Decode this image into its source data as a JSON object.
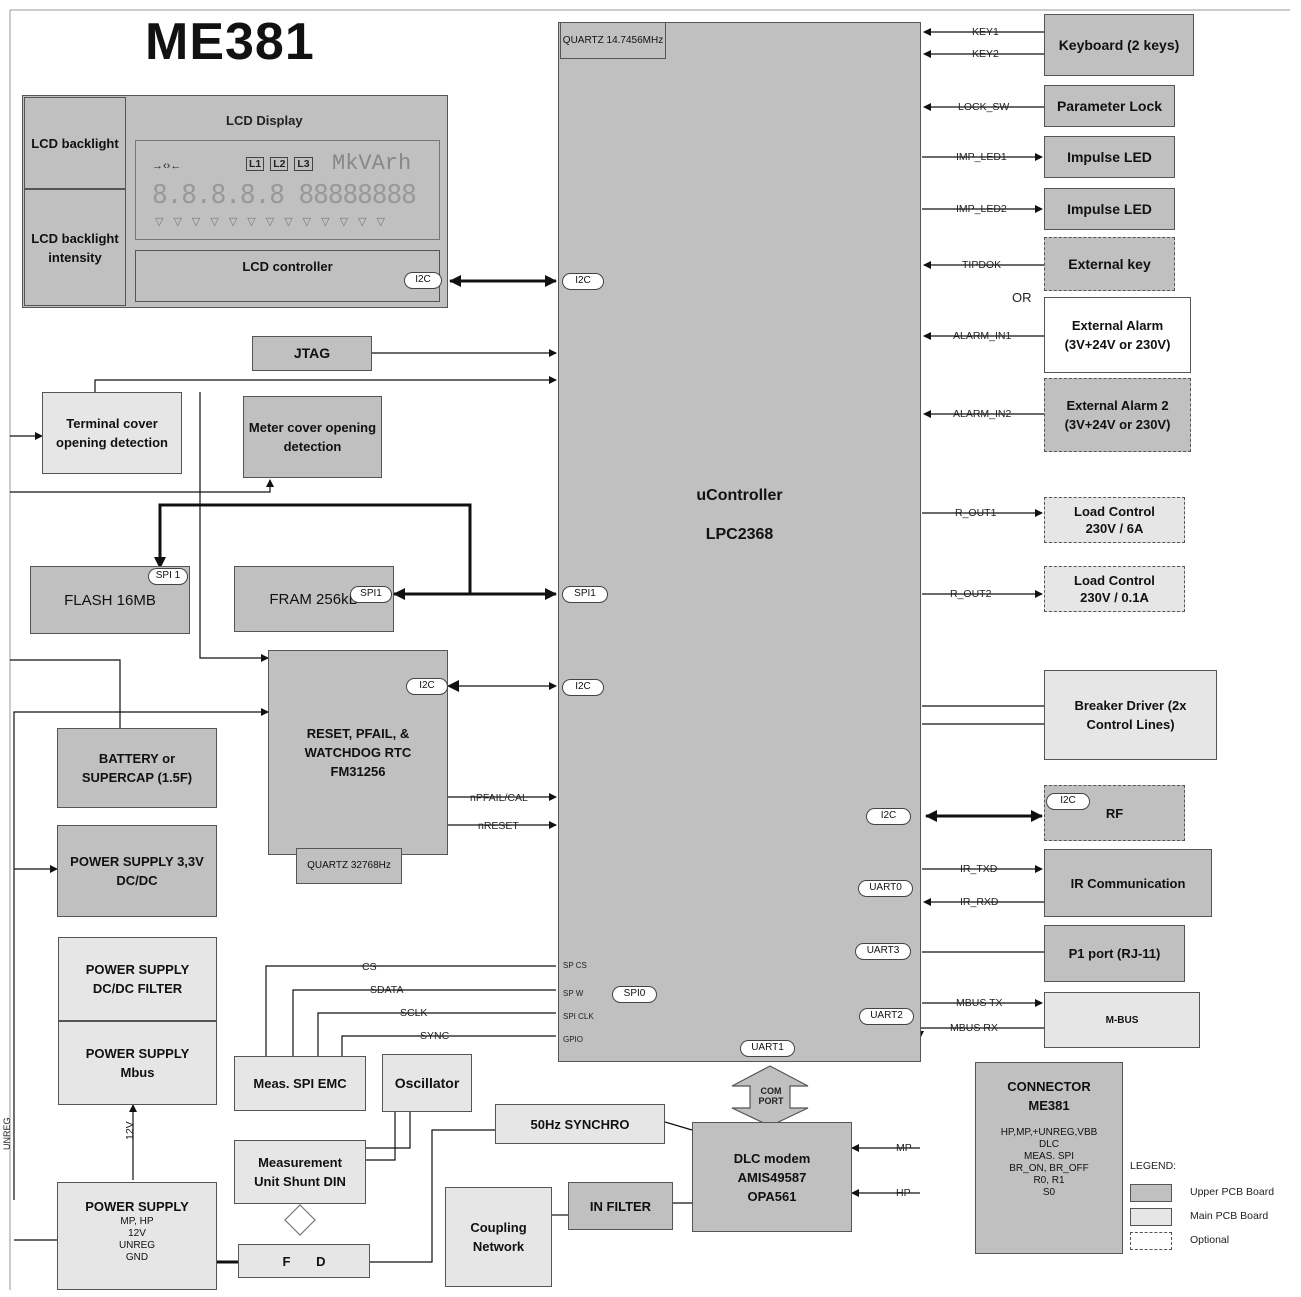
{
  "title": "ME381",
  "lcd": {
    "backlight": "LCD backlight",
    "backlight_intensity": "LCD backlight intensity",
    "display_title": "LCD Display",
    "display_segments": "8.8.8.8.8 88888888",
    "display_units": "MkVArh",
    "display_phases": [
      "L1",
      "L2",
      "L3"
    ],
    "controller": "LCD controller",
    "i2c": "I2C"
  },
  "micro": {
    "quartz": "QUARTZ 14.7456MHz",
    "name": "uController",
    "part": "LPC2368",
    "ports": {
      "i2c_top": "I2C",
      "spi1": "SPI1",
      "i2c_mid": "I2C",
      "i2c_right": "I2C",
      "uart0": "UART0",
      "uart3": "UART3",
      "uart2": "UART2",
      "uart1": "UART1",
      "spi0": "SPI0"
    },
    "spi_pins": [
      "SP CS",
      "SP W",
      "SPI CLK",
      "GPIO"
    ]
  },
  "left_blocks": {
    "jtag": "JTAG",
    "terminal_cover": "Terminal cover opening detection",
    "meter_cover": "Meter cover opening detection",
    "flash": "FLASH 16MB",
    "flash_spi": "SPI 1",
    "fram": "FRAM 256kB",
    "fram_spi": "SPI1",
    "reset": "RESET, PFAIL, & WATCHDOG RTC FM31256",
    "reset_i2c": "I2C",
    "quartz_rtc": "QUARTZ 32768Hz",
    "npfail": "nPFAIL/CAL",
    "nreset": "nRESET",
    "battery": "BATTERY or SUPERCAP (1.5F)",
    "ps_33": "POWER SUPPLY 3,3V DC/DC",
    "ps_filter": "POWER SUPPLY DC/DC FILTER",
    "ps_mbus": "POWER SUPPLY Mbus",
    "ps_main_title": "POWER SUPPLY",
    "ps_main_lines": [
      "MP, HP",
      "12V",
      "UNREG",
      "GND"
    ],
    "v12": "12V",
    "side_label": "UNREG"
  },
  "measurement": {
    "spi_emc": "Meas. SPI EMC",
    "oscillator": "Oscillator",
    "unit": "Measurement Unit Shunt DIN",
    "fd": "F D",
    "signals": [
      "CS",
      "SDATA",
      "SCLK",
      "SYNC"
    ]
  },
  "bottom": {
    "synchro": "50Hz SYNCHRO",
    "coupling": "Coupling Network",
    "in_filter": "IN FILTER",
    "dlc": "DLC modem AMIS49587 OPA561",
    "com_port": "COM PORT",
    "mp": "MP",
    "hp": "HP"
  },
  "connector": {
    "title": "CONNECTOR ME381",
    "lines": [
      "HP,MP,+UNREG,VBB",
      "DLC",
      "MEAS. SPI",
      "BR_ON, BR_OFF",
      "R0, R1",
      "S0"
    ]
  },
  "legend": {
    "title": "LEGEND:",
    "items": [
      {
        "label": "Upper PCB Board",
        "color": "#c0c0c0"
      },
      {
        "label": "Main PCB Board",
        "color": "#e6e6e6"
      },
      {
        "label": "Optional",
        "color": "#ffffff"
      }
    ]
  },
  "right_blocks": {
    "keyboard": "Keyboard (2 keys)",
    "key1": "KEY1",
    "key2": "KEY2",
    "param_lock": "Parameter Lock",
    "lock_sw": "LOCK_SW",
    "impulse1": "Impulse LED",
    "imp_led1": "IMP_LED1",
    "impulse2": "Impulse LED",
    "imp_led2": "IMP_LED2",
    "ext_key": "External key",
    "tipdok": "TIPDOK",
    "or": "OR",
    "ext_alarm": "External Alarm (3V+24V or 230V)",
    "alarm_in1": "ALARM_IN1",
    "ext_alarm2": "External Alarm 2 (3V+24V or 230V)",
    "alarm_in2": "ALARM_IN2",
    "load1": "Load Control 230V / 6A",
    "r_out1": "R_OUT1",
    "load2": "Load Control 230V / 0.1A",
    "r_out2": "R_OUT2",
    "breaker": "Breaker Driver (2x Control Lines)",
    "rf": "RF",
    "rf_i2c": "I2C",
    "ir": "IR Communication",
    "ir_txd": "IR_TXD",
    "ir_rxd": "IR_RXD",
    "p1": "P1 port (RJ-11)",
    "mbus": "M-BUS",
    "mbus_tx": "MBUS TX",
    "mbus_rx": "MBUS RX"
  },
  "colors": {
    "upper_pcb": "#c0c0c0",
    "main_pcb": "#e6e6e6",
    "optional": "#ffffff"
  }
}
